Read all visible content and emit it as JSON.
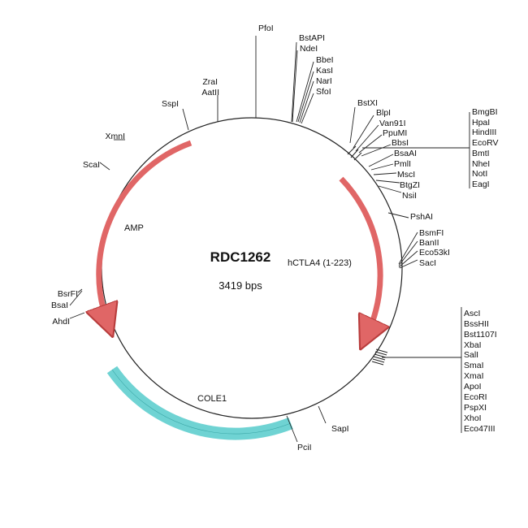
{
  "plasmid": {
    "name": "RDC1262",
    "size_label": "3419 bps"
  },
  "features": {
    "amp": {
      "label": "AMP",
      "color": "#e06666"
    },
    "hctla4": {
      "label": "hCTLA4 (1-223)",
      "color": "#e06666"
    },
    "cole1": {
      "label": "COLE1",
      "color": "#6fd3d3"
    }
  },
  "sites": {
    "pfoi": "PfoI",
    "bstapi": "BstAPI",
    "ndei": "NdeI",
    "bbei": "BbeI",
    "kasi": "KasI",
    "nari": "NarI",
    "sfoi": "SfoI",
    "zrai": "ZraI",
    "aatii": "AatII",
    "sspi": "SspI",
    "xmni": "XmnI",
    "scai": "ScaI",
    "bstxi": "BstXI",
    "blpi": "BlpI",
    "van91i": "Van91I",
    "ppumi": "PpuMI",
    "bbsi": "BbsI",
    "bsaai": "BsaAI",
    "pmli": "PmlI",
    "msci": "MscI",
    "btgzi": "BtgZI",
    "nsii": "NsiI",
    "pshai": "PshAI",
    "bsmfi": "BsmFI",
    "banii": "BanII",
    "eco53ki": "Eco53kI",
    "saci": "SacI",
    "bsrfi": "BsrFI",
    "bsai": "BsaI",
    "ahdi": "AhdI",
    "sapi": "SapI",
    "pcii": "PciI",
    "group1": [
      "BmgBI",
      "HpaI",
      "HindIII",
      "EcoRV",
      "BmtI",
      "NheI",
      "NotI",
      "EagI"
    ],
    "group2": [
      "AscI",
      "BssHII",
      "Bst1107I",
      "XbaI",
      "SalI",
      "SmaI",
      "XmaI",
      "ApoI",
      "EcoRI",
      "PspXI",
      "XhoI",
      "Eco47III"
    ]
  }
}
